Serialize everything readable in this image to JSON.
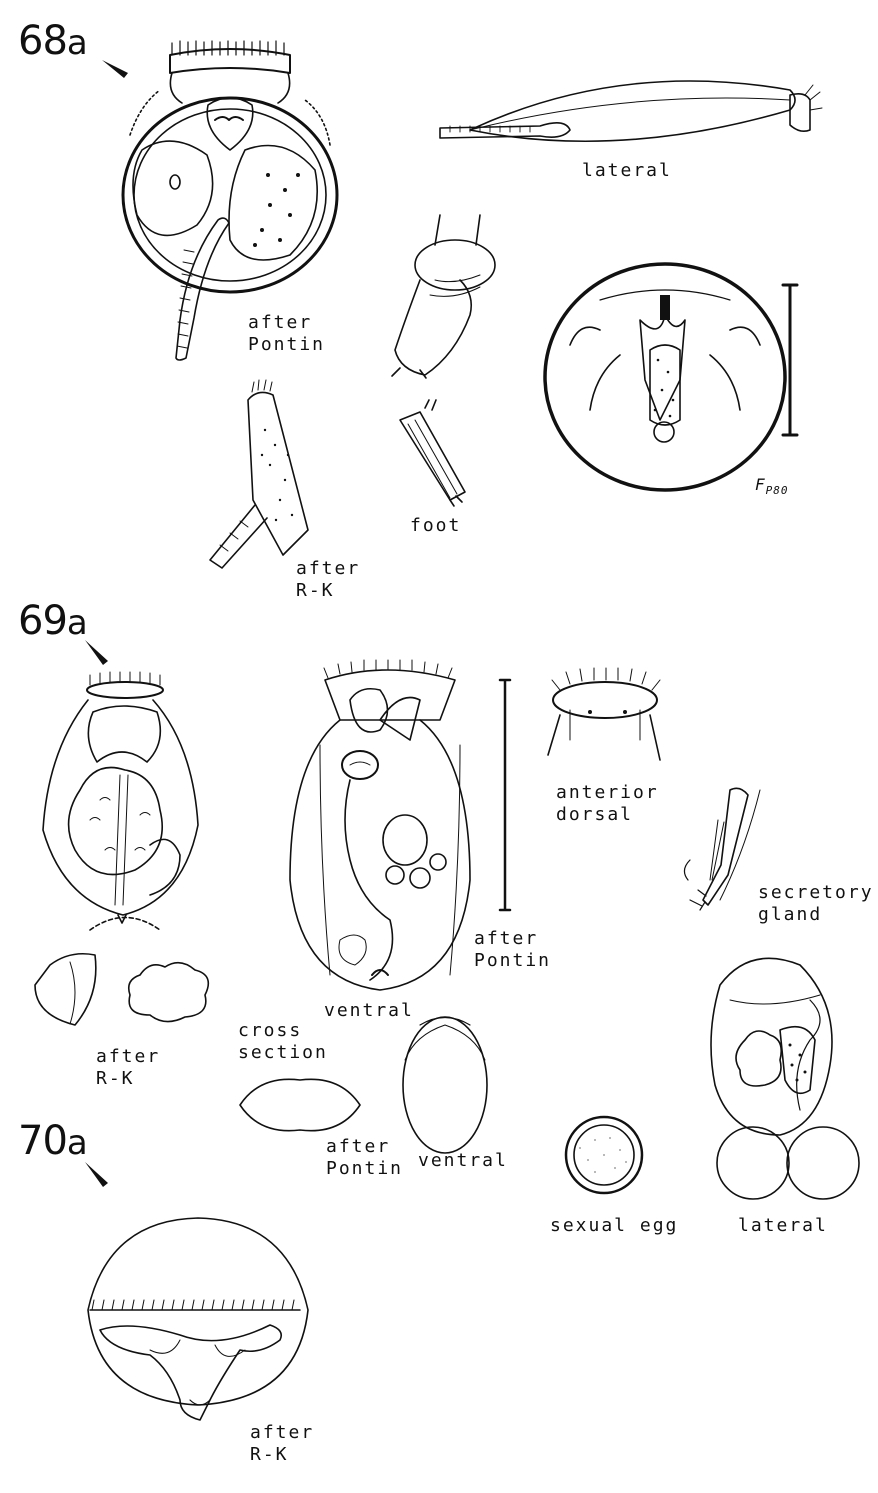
{
  "figures": {
    "f68": {
      "number": "68",
      "suffix": "a"
    },
    "f69": {
      "number": "69",
      "suffix": "a"
    },
    "f70": {
      "number": "70",
      "suffix": "a"
    }
  },
  "labels": {
    "lateral_68": "lateral",
    "after_pontin_68": [
      "after",
      "Pontin"
    ],
    "foot": "foot",
    "after_rk_68": [
      "after",
      "R-K"
    ],
    "signature": {
      "main": "F",
      "sub": "P80"
    },
    "anterior_dorsal": [
      "anterior",
      "dorsal"
    ],
    "secretory_gland": [
      "secretory",
      "gland"
    ],
    "after_pontin_69": [
      "after",
      "Pontin"
    ],
    "ventral_69": "ventral",
    "after_rk_69": [
      "after",
      "R-K"
    ],
    "cross_section": [
      "cross",
      "section"
    ],
    "after_pontin_69b": [
      "after",
      "Pontin"
    ],
    "ventral_69b": "ventral",
    "sexual_egg": "sexual egg",
    "lateral_69": "lateral",
    "after_rk_70": [
      "after",
      "R-K"
    ]
  }
}
